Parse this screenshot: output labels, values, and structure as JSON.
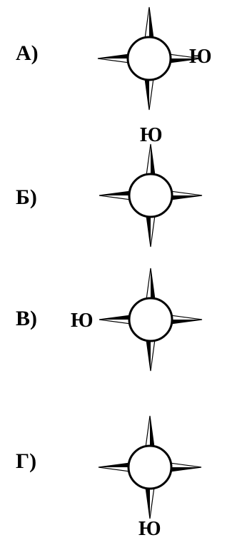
{
  "options": [
    {
      "label": "А)",
      "direction_label": "Ю",
      "south_side": "right"
    },
    {
      "label": "Б)",
      "direction_label": "Ю",
      "south_side": "top"
    },
    {
      "label": "В)",
      "direction_label": "Ю",
      "south_side": "left"
    },
    {
      "label": "Г)",
      "direction_label": "Ю",
      "south_side": "bottom"
    }
  ]
}
